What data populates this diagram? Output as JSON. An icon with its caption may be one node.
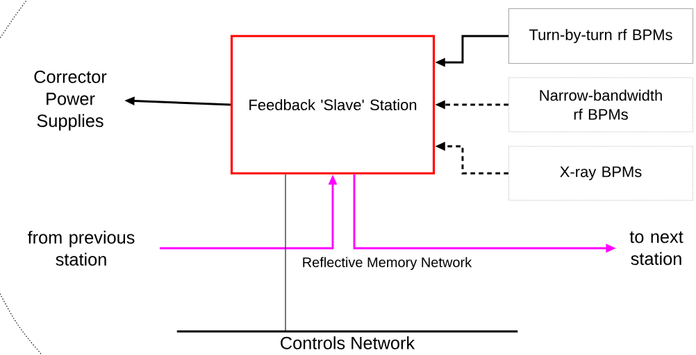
{
  "diagram": {
    "nodes": [
      {
        "text": [
          "Feedback 'Slave' Station"
        ]
      },
      {
        "text": [
          "Turn-by-turn rf BPMs"
        ]
      },
      {
        "text": [
          "Narrow-bandwidth rf BPMs"
        ]
      },
      {
        "text": [
          "X-ray BPMs"
        ]
      },
      {
        "text": [
          "Corrector Power Supplies"
        ]
      },
      {
        "text": [
          "from previous station"
        ]
      },
      {
        "text": [
          "to next station"
        ]
      },
      {
        "text": [
          "Controls Network"
        ]
      }
    ],
    "edges": [
      {
        "from": 1,
        "to": 0,
        "arrow": "to"
      },
      {
        "from": 2,
        "to": 0,
        "arrow": "to",
        "style": "dashed"
      },
      {
        "from": 3,
        "to": 0,
        "arrow": "to",
        "style": "dashed"
      },
      {
        "from": 0,
        "to": 4,
        "arrow": "to"
      },
      {
        "from": 5,
        "to": 0,
        "arrow": "to",
        "color": "#ff00ff"
      },
      {
        "from": 0,
        "to": 6,
        "arrow": "to",
        "color": "#ff00ff"
      },
      {
        "from": 0,
        "to": 7,
        "arrow": "none"
      }
    ],
    "labels": [
      "Reflective Memory Network"
    ]
  }
}
